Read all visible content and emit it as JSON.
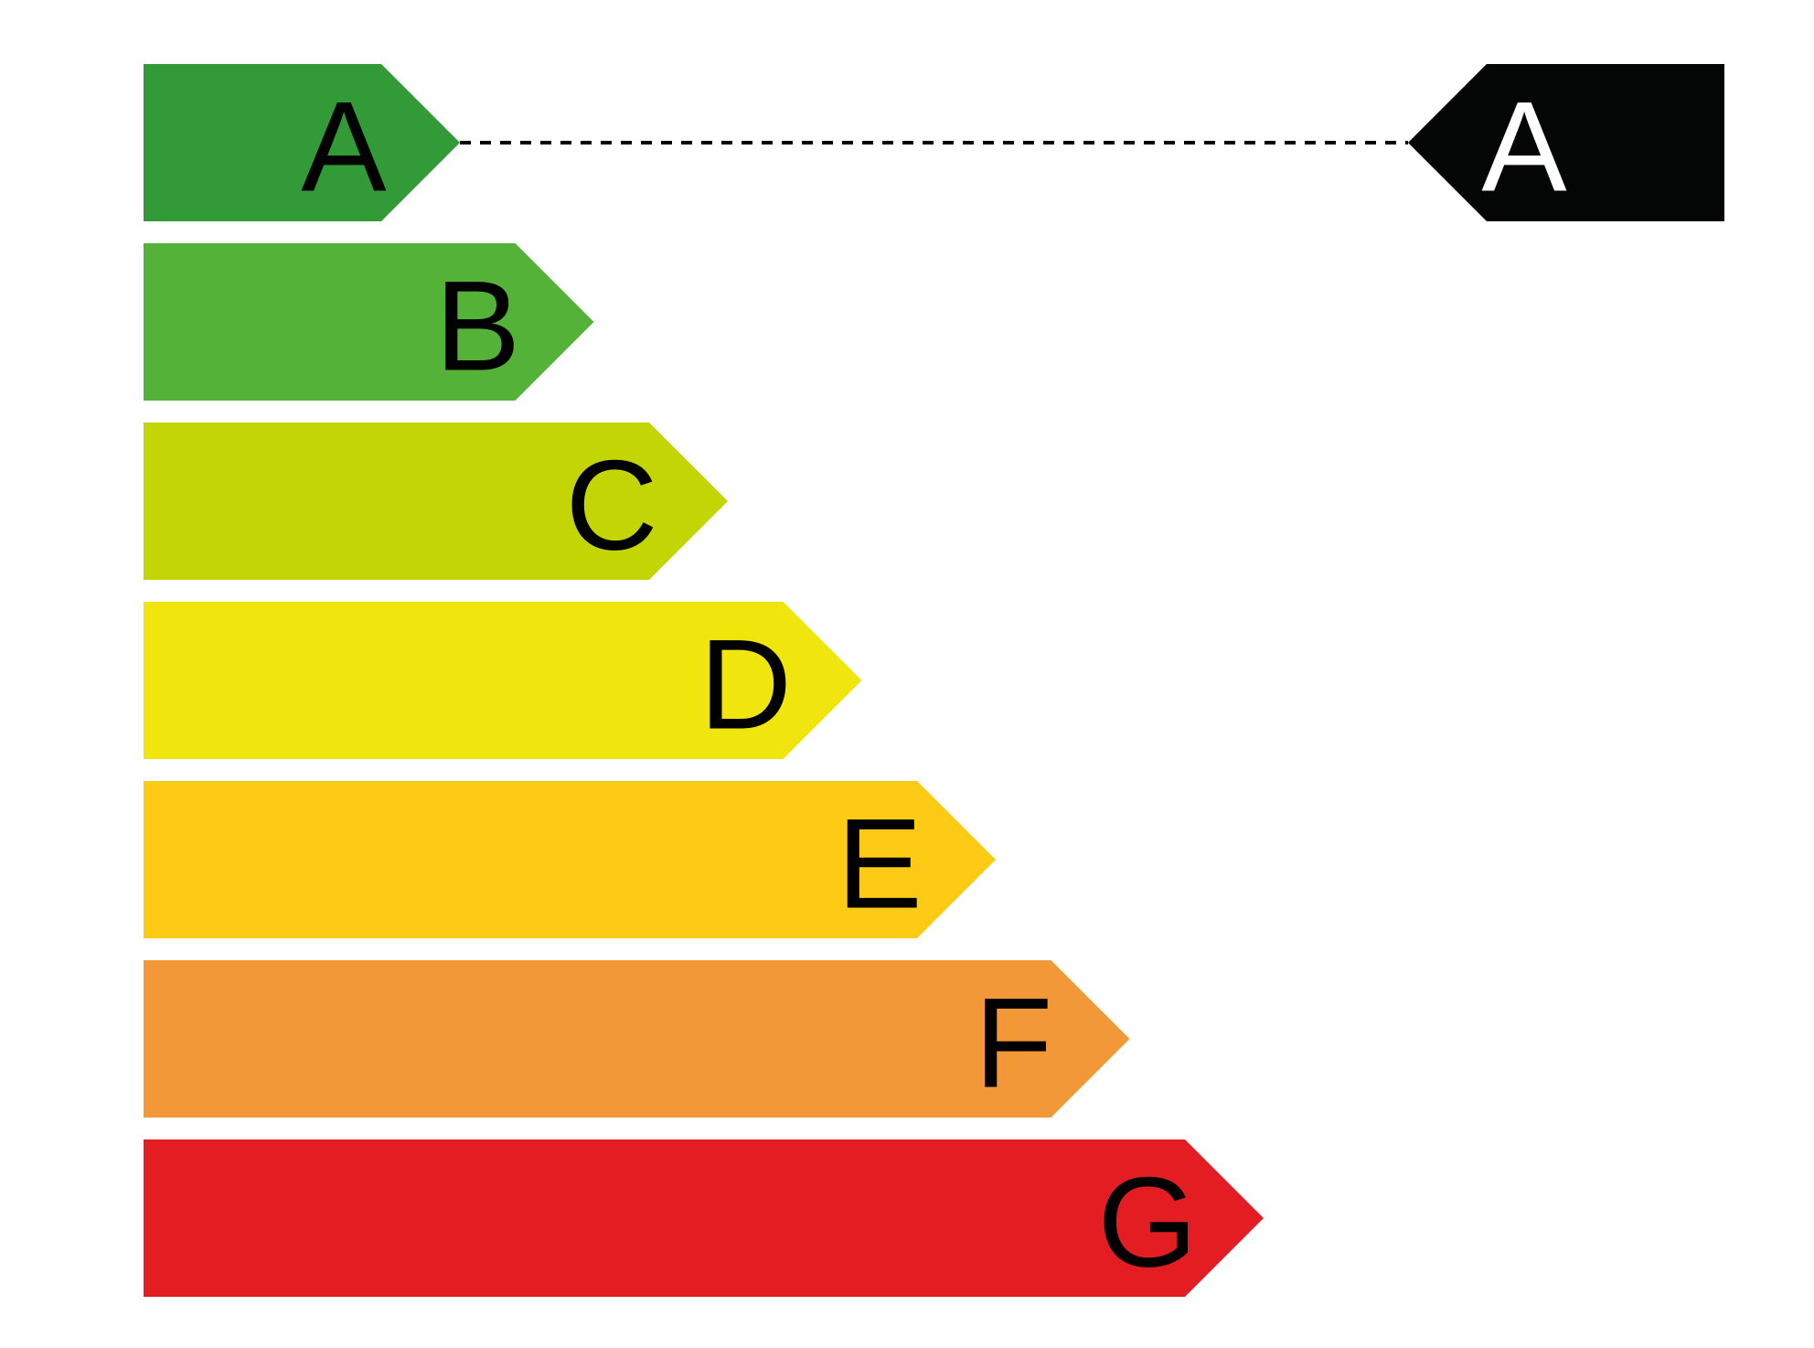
{
  "scale": {
    "bands": [
      {
        "letter": "A",
        "color": "#329a36",
        "text_color": "#000000"
      },
      {
        "letter": "B",
        "color": "#55b239",
        "text_color": "#000000"
      },
      {
        "letter": "C",
        "color": "#c4d506",
        "text_color": "#000000"
      },
      {
        "letter": "D",
        "color": "#f0e60e",
        "text_color": "#000000"
      },
      {
        "letter": "E",
        "color": "#fdca16",
        "text_color": "#000000"
      },
      {
        "letter": "F",
        "color": "#f39839",
        "text_color": "#000000"
      },
      {
        "letter": "G",
        "color": "#e31d22",
        "text_color": "#000000"
      }
    ]
  },
  "rating": {
    "letter": "A",
    "color": "#030604",
    "text_color": "#ffffff",
    "connector": "dashed"
  }
}
